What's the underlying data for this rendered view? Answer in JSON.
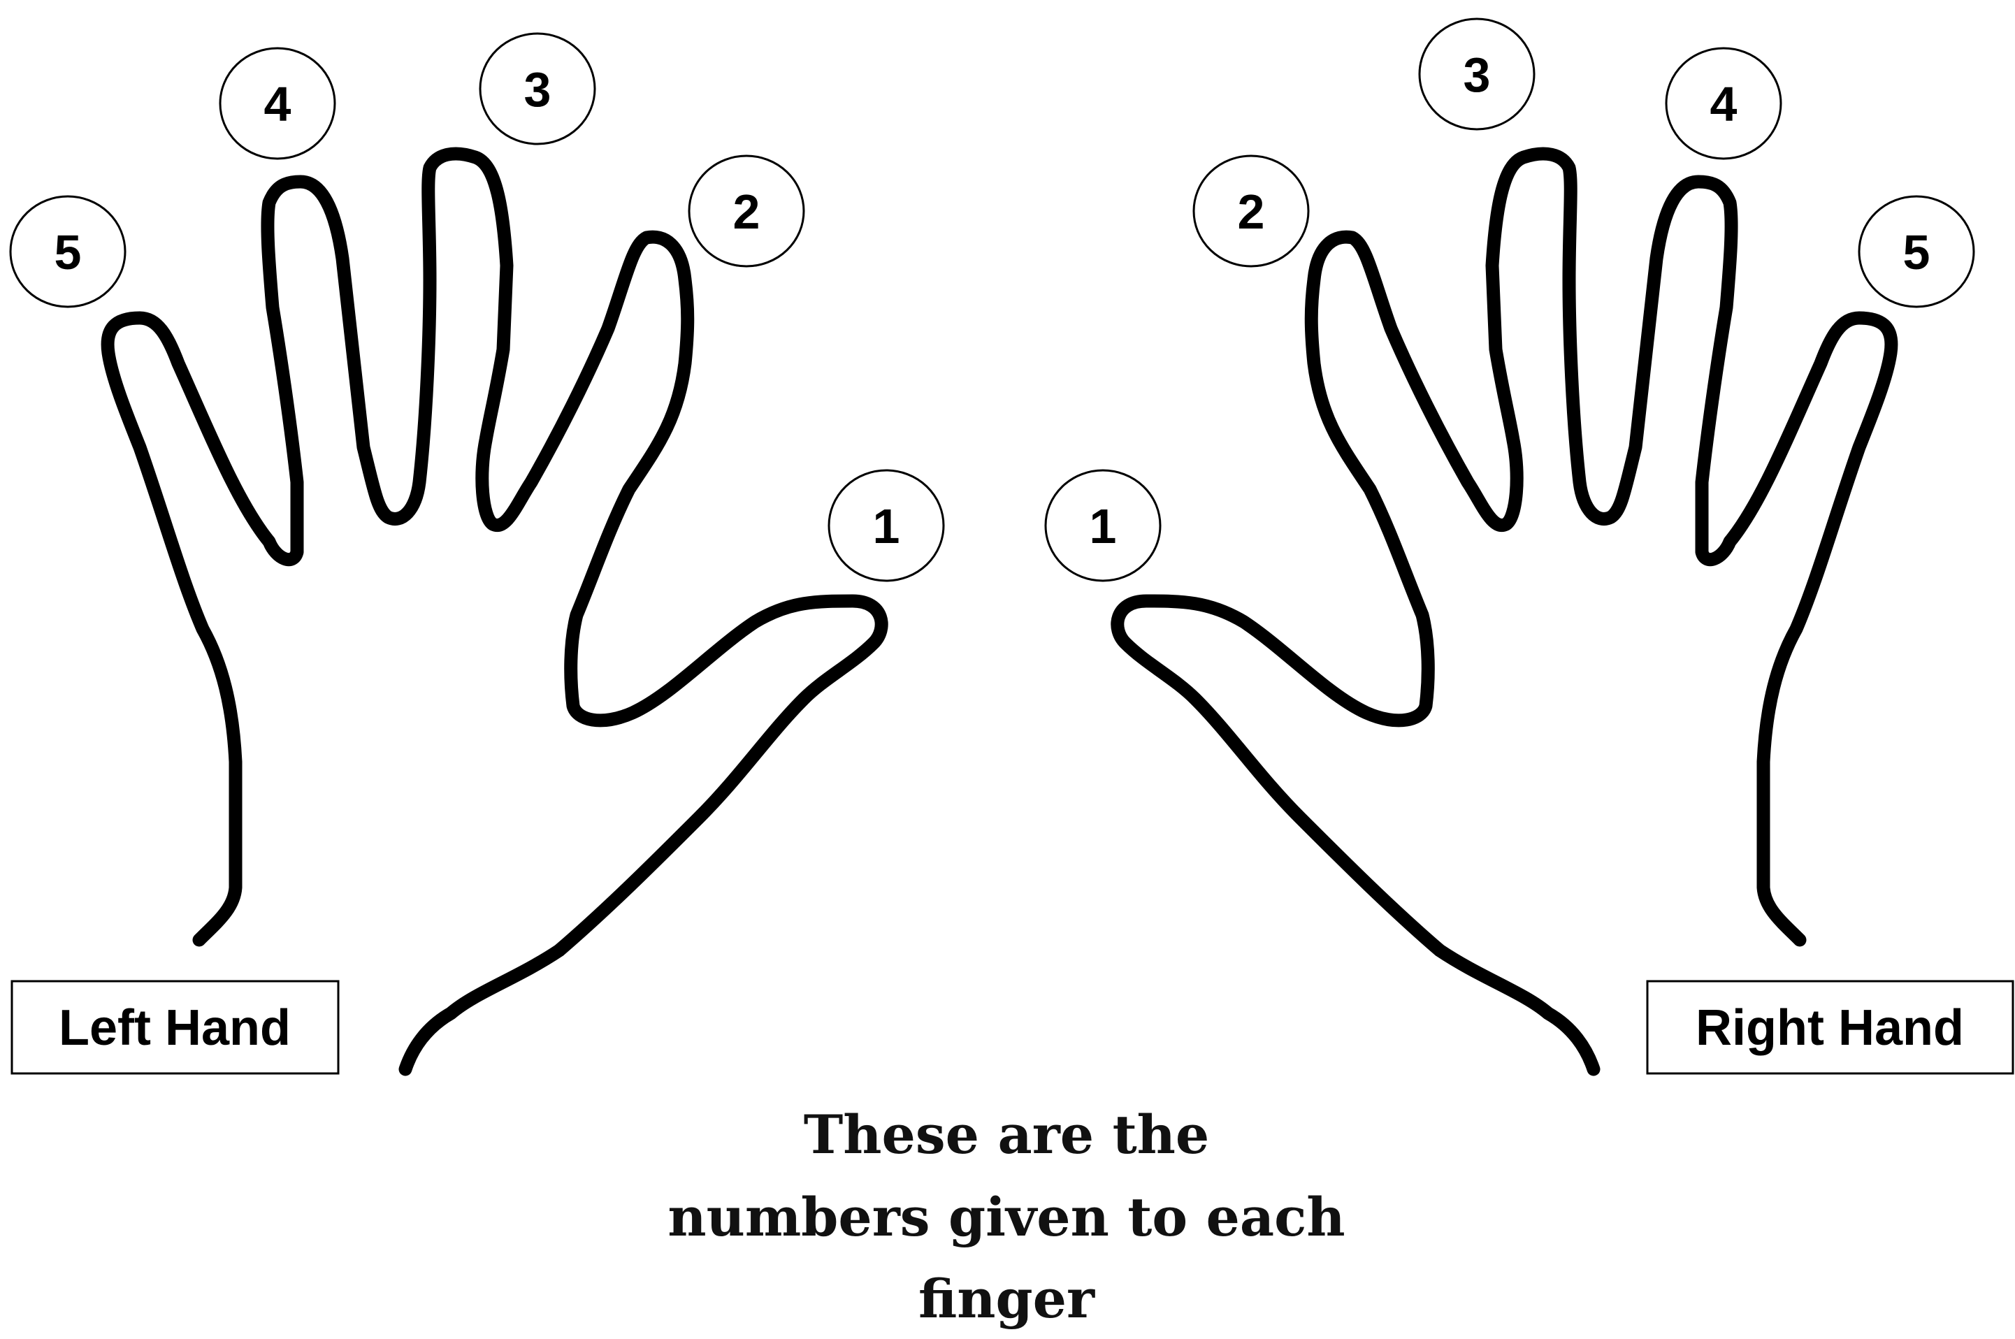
{
  "left_hand": {
    "label": "Left Hand",
    "fingers": [
      {
        "number": "5"
      },
      {
        "number": "4"
      },
      {
        "number": "3"
      },
      {
        "number": "2"
      },
      {
        "number": "1"
      }
    ]
  },
  "right_hand": {
    "label": "Right Hand",
    "fingers": [
      {
        "number": "1"
      },
      {
        "number": "2"
      },
      {
        "number": "3"
      },
      {
        "number": "4"
      },
      {
        "number": "5"
      }
    ]
  },
  "caption": {
    "line1": "These are the",
    "line2": "numbers given to each",
    "line3": "finger"
  }
}
